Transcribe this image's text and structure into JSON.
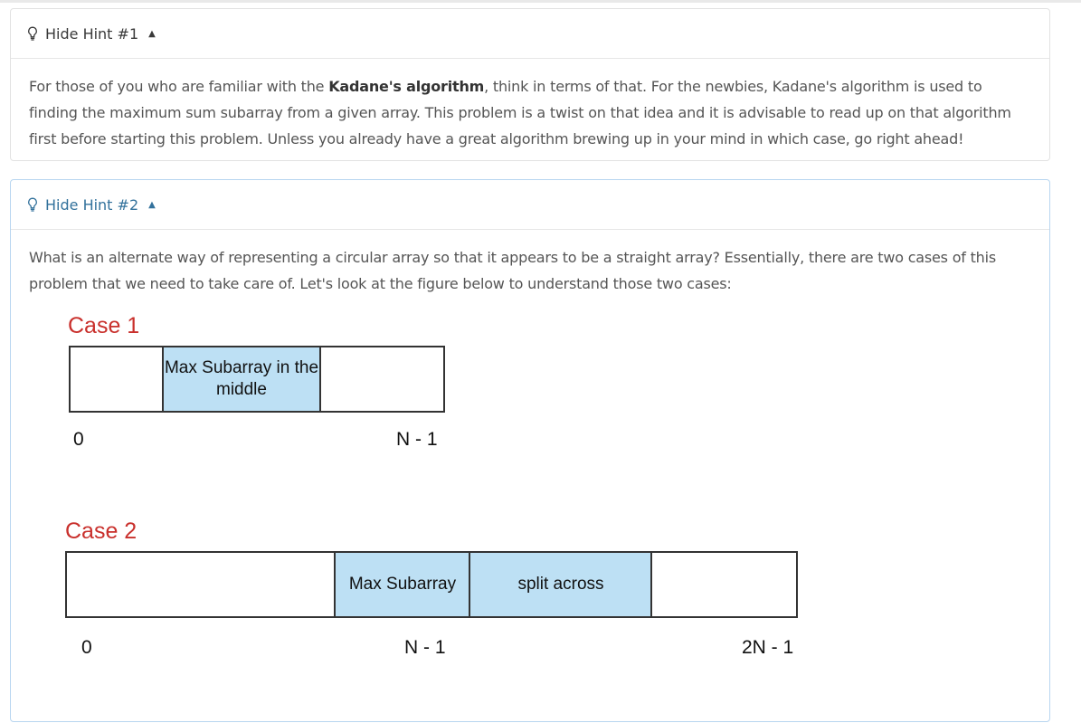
{
  "hint1": {
    "toggle_label": "Hide Hint #1",
    "text_before": "For those of you who are familiar with the ",
    "bold": "Kadane's algorithm",
    "text_after": ", think in terms of that. For the newbies, Kadane's algorithm is used to finding the maximum sum subarray from a given array. This problem is a twist on that idea and it is advisable to read up on that algorithm first before starting this problem. Unless you already have a great algorithm brewing up in your mind in which case, go right ahead!"
  },
  "hint2": {
    "toggle_label": "Hide Hint #2",
    "text": "What is an alternate way of representing a circular array so that it appears to be a straight array? Essentially, there are two cases of this problem that we need to take care of. Let's look at the figure below to understand those two cases:"
  },
  "figure": {
    "case1": {
      "title": "Case 1",
      "middle_cell": "Max Subarray in the middle",
      "start_label": "0",
      "end_label": "N - 1"
    },
    "case2": {
      "title": "Case 2",
      "cell_a": "Max Subarray",
      "cell_b": "split across",
      "start_label": "0",
      "mid_label": "N - 1",
      "end_label": "2N - 1"
    }
  },
  "icons": {
    "hint": "lightbulb-icon",
    "toggle": "caret-up-icon"
  },
  "colors": {
    "case_title": "#c9302c",
    "highlight": "#bde0f4",
    "link": "#33729c"
  }
}
